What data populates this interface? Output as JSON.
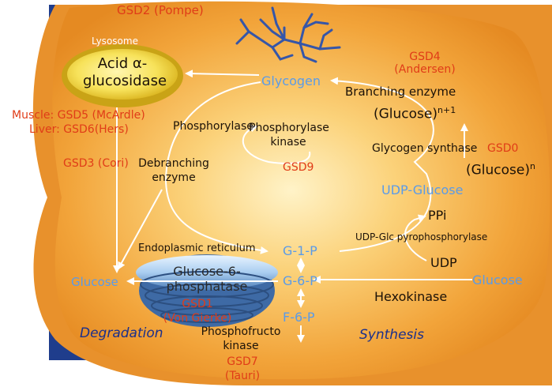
{
  "colors": {
    "background": "#1f3d8c",
    "cell": "#f2a43a",
    "gsd_red": "#e03c18",
    "metabolite_blue": "#5a9be8",
    "process_navy": "#1a2f8c",
    "arrow_white": "#ffffff"
  },
  "labels": {
    "gsd2": "GSD2 (Pompe)",
    "lysosome": "Lysosome",
    "acid_glucosidase": "Acid α-\nglucosidase",
    "glycogen": "Glycogen",
    "gsd4": "GSD4\n(Andersen)",
    "branching_enzyme": "Branching enzyme",
    "glucose_n1": "(Glucose)",
    "glucose_n1_sup": "n+1",
    "gsd5": "Muscle: GSD5 (McArdle)",
    "gsd6": "Liver: GSD6(Hers)",
    "phosphorylase": "Phosphorylase",
    "phosphorylase_kinase": "Phosphorylase\nkinase",
    "gsd9": "GSD9",
    "glycogen_synthase": "Glycogen synthase",
    "gsd0": "GSD0",
    "gsd3": "GSD3 (Cori)",
    "debranching_enzyme": "Debranching\nenzyme",
    "glucose_n": "(Glucose)",
    "glucose_n_sup": "n",
    "udp_glucose": "UDP-Glucose",
    "ppi": "PPi",
    "udp_glc_pyrophosphorylase": "UDP-Glc pyrophosphorylase",
    "udp": "UDP",
    "endoplasmic_reticulum": "Endoplasmic reticulum",
    "g1p": "G-1-P",
    "g6p": "G-6-P",
    "f6p": "F-6-P",
    "glucose_left": "Glucose",
    "glucose_right": "Glucose",
    "glucose6phosphatase": "Glucose-6-\nphosphatase",
    "gsd1": "GSD1\n(Von Gierke)",
    "hexokinase": "Hexokinase",
    "degradation": "Degradation",
    "synthesis": "Synthesis",
    "phosphofructokinase": "Phosphofructo\nkinase",
    "gsd7": "GSD7\n(Tauri)"
  }
}
